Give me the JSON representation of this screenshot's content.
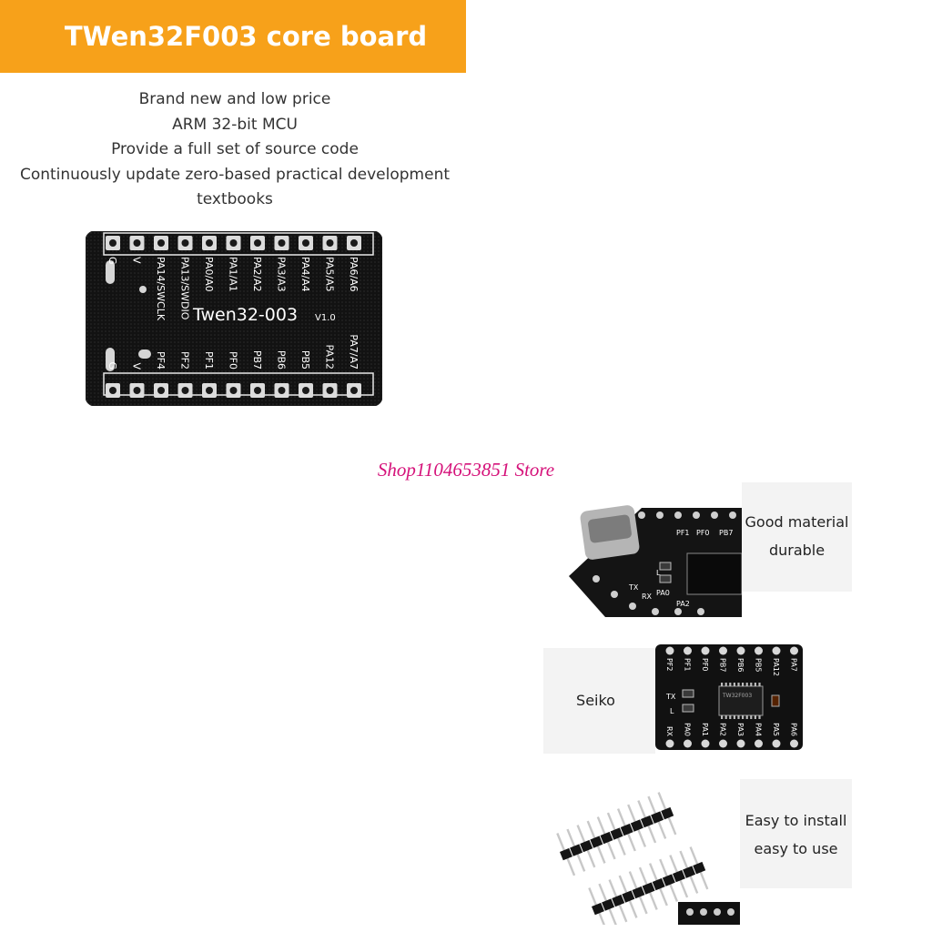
{
  "banner": {
    "title": "TWen32F003 core board",
    "color": "#f7a11a"
  },
  "features": [
    "Brand new and low price",
    "ARM 32-bit MCU",
    "Provide a full set of source code",
    "Continuously update zero-based practical development",
    "textbooks"
  ],
  "board": {
    "name": "Twen32-003",
    "version": "V1.0",
    "top_pins": [
      "G",
      "V",
      "PA14/SWCLK",
      "PA13/SWDIO",
      "PA0/A0",
      "PA1/A1",
      "PA2/A2",
      "PA3/A3",
      "PA4/A4",
      "PA5/A5",
      "PA6/A6"
    ],
    "bottom_pins": [
      "G",
      "V",
      "PF4",
      "PF2",
      "PF1",
      "PF0",
      "PB7",
      "PB6",
      "PB5",
      "PA12",
      "PA7/A7"
    ]
  },
  "store": {
    "name": "Shop1104653851 Store",
    "color": "#d5127a"
  },
  "feature_panels": [
    {
      "lines": [
        "Good material",
        "durable"
      ]
    },
    {
      "lines": [
        "Seiko"
      ]
    },
    {
      "lines": [
        "Easy to install",
        "easy to use"
      ]
    }
  ],
  "photo1": {
    "labels": [
      "PF1",
      "PF0",
      "RX",
      "TX",
      "L",
      "PA0",
      "PA2",
      "PB7"
    ]
  },
  "photo2": {
    "top_labels": [
      "PF2",
      "PF1",
      "PF0",
      "PB7",
      "PB6",
      "PB5",
      "PA12",
      "PA7"
    ],
    "bottom_labels": [
      "RX",
      "PA0",
      "PA1",
      "PA2",
      "PA3",
      "PA4",
      "PA5",
      "PA6"
    ],
    "side_labels": [
      "TX",
      "L"
    ],
    "chip_text": "TW32F003"
  }
}
